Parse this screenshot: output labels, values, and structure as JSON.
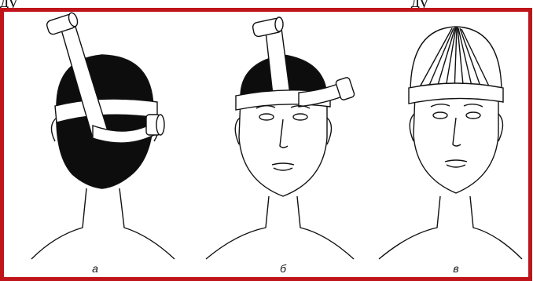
{
  "page": {
    "top_text": "ду                                                                                           ду"
  },
  "panels": [
    {
      "label": "а"
    },
    {
      "label": "б"
    },
    {
      "label": "в"
    }
  ],
  "colors": {
    "border": "#c0141b",
    "ink": "#111111",
    "hair": "#0d0d0d",
    "bandage": "#ffffff"
  }
}
